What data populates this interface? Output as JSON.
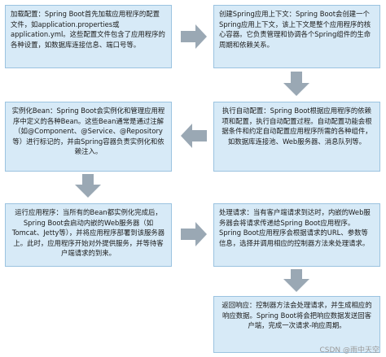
{
  "steps": [
    {
      "id": "load-config",
      "text": "加载配置：Spring Boot首先加载应用程序的配置文件，如application.properties或application.yml。这些配置文件包含了应用程序的各种设置，如数据库连接信息、端口号等。"
    },
    {
      "id": "create-context",
      "text": "创建Spring应用上下文：Spring Boot会创建一个Spring应用上下文，该上下文是整个应用程序的核心容器。它负责管理和协调各个Spring组件的生命周期和依赖关系。"
    },
    {
      "id": "auto-config",
      "text": "执行自动配置：Spring Boot根据应用程序的依赖项和配置，执行自动配置过程。自动配置功能会根据条件和约定自动配置应用程序所需的各种组件，如数据库连接池、Web服务器、消息队列等。"
    },
    {
      "id": "instantiate-beans",
      "text": "实例化Bean：Spring Boot会实例化和管理应用程序中定义的各种Bean。这些Bean通常是通过注解（如@Component、@Service、@Repository等）进行标记的，并由Spring容器负责实例化和依赖注入。"
    },
    {
      "id": "run-app",
      "text": "运行应用程序：当所有的Bean都实例化完成后，Spring Boot会启动内嵌的Web服务器（如Tomcat、Jetty等），并将应用程序部署到该服务器上。此时，应用程序开始对外提供服务，并等待客户端请求的到来。"
    },
    {
      "id": "handle-request",
      "text": "处理请求：当有客户端请求到达时，内嵌的Web服务器会将请求传递给Spring Boot应用程序。Spring Boot应用程序会根据请求的URL、参数等信息，选择并调用相应的控制器方法来处理请求。"
    },
    {
      "id": "return-response",
      "text": "返回响应：控制器方法会处理请求，并生成相应的响应数据。Spring Boot将会把响应数据发送回客户端，完成一次请求-响应周期。"
    }
  ],
  "colors": {
    "box_fill": "#d7eaf7",
    "box_border": "#9bc3e0",
    "arrow": "#9aa8b4"
  },
  "watermark": "CSDN @雨中天空"
}
